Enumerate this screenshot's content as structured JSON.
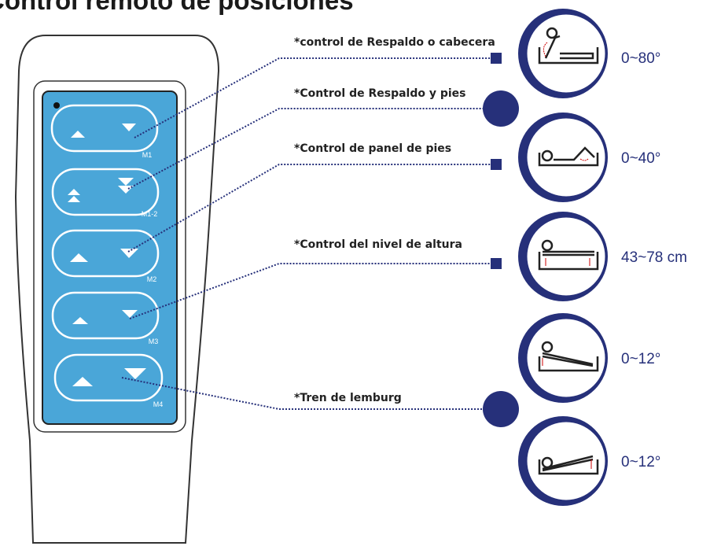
{
  "title": "Control remoto de posiciones",
  "remote": {
    "buttons": [
      {
        "tag": "M1"
      },
      {
        "tag": "M1-2"
      },
      {
        "tag": "M2"
      },
      {
        "tag": "M3"
      },
      {
        "tag": "M4"
      }
    ]
  },
  "callouts": [
    {
      "label": "*control de Respaldo o cabecera"
    },
    {
      "label": "*Control de Respaldo y pies"
    },
    {
      "label": "*Control de panel de pies"
    },
    {
      "label": "*Control del nivel de altura"
    },
    {
      "label": "*Tren de lemburg"
    }
  ],
  "positions": [
    {
      "icon": "bed-backrest-raised-icon",
      "range": "0~80°"
    },
    {
      "icon": "bed-feet-raised-icon",
      "range": "0~40°"
    },
    {
      "icon": "bed-height-adjust-icon",
      "range": "43~78 cm"
    },
    {
      "icon": "bed-trendelenburg-icon",
      "range": "0~12°"
    },
    {
      "icon": "bed-reverse-trendelenburg-icon",
      "range": "0~12°"
    }
  ],
  "colors": {
    "accent": "#26307a",
    "panel": "#4aa6d8",
    "dots": "#26307a"
  }
}
